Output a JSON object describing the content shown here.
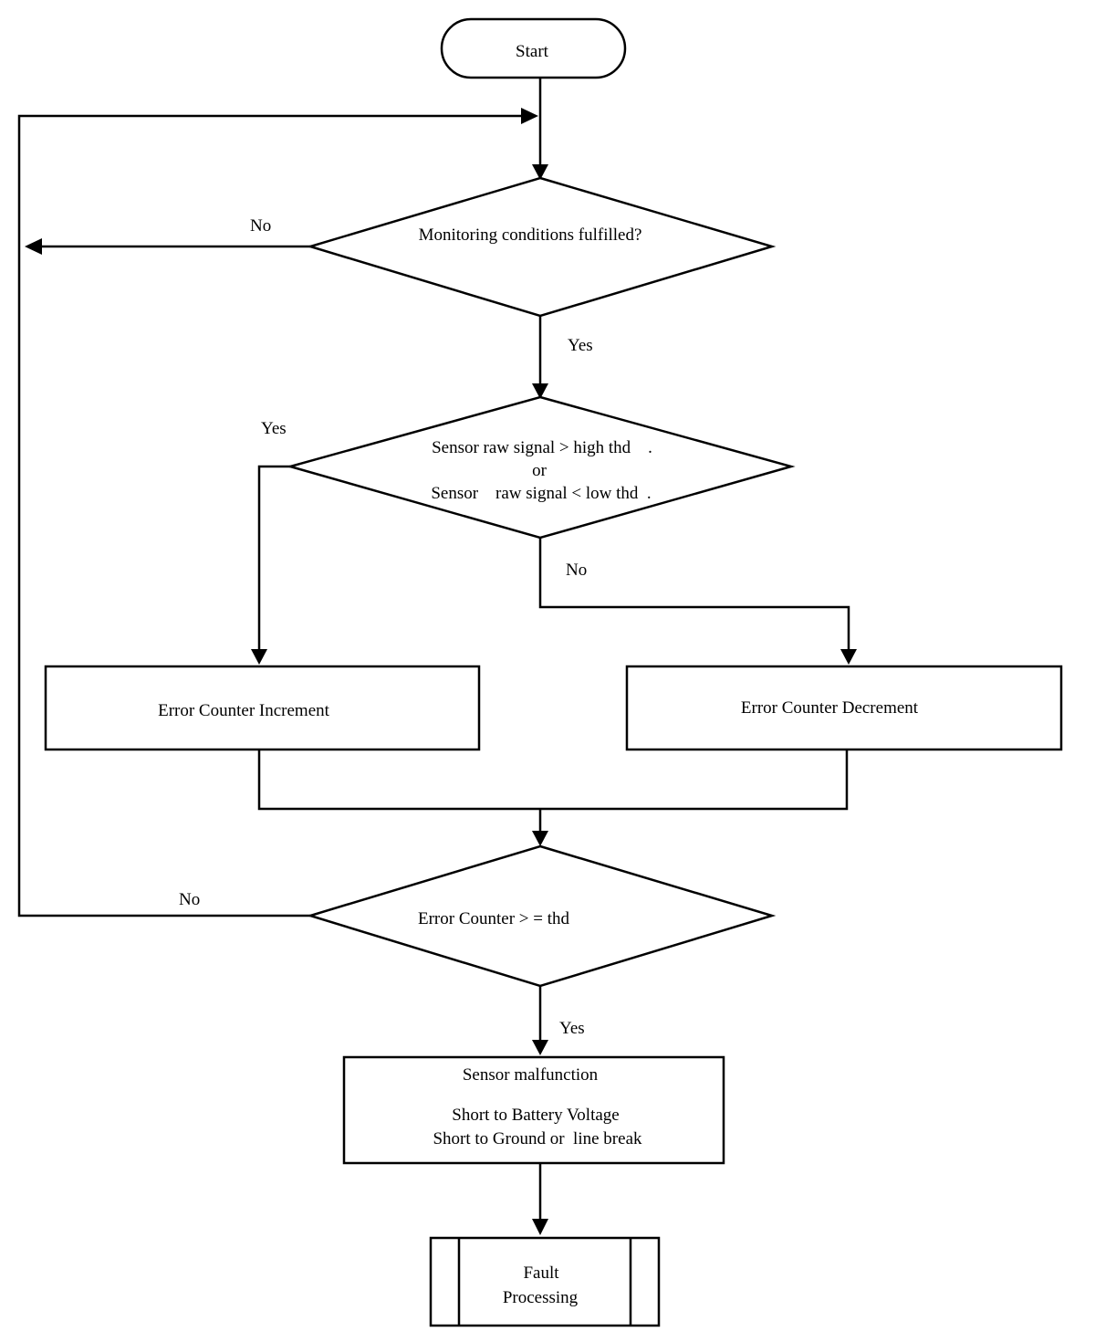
{
  "nodes": {
    "start": {
      "label": "Start"
    },
    "monitoring": {
      "label": "Monitoring  conditions fulfilled?"
    },
    "signal_check": {
      "line1": "Sensor raw signal > high thd    .",
      "line2": "or",
      "line3": "Sensor    raw signal < low thd  ."
    },
    "increment": {
      "label": "Error Counter Increment"
    },
    "decrement": {
      "label": "Error Counter Decrement"
    },
    "counter_check": {
      "label": "Error Counter > = thd"
    },
    "malfunction": {
      "line1": "Sensor malfunction",
      "line2": "Short to Battery Voltage",
      "line3": "Short to Ground or  line break"
    },
    "fault": {
      "line1": "Fault",
      "line2": "Processing"
    }
  },
  "edges": {
    "monitoring_no": "No",
    "monitoring_yes": "Yes",
    "signal_yes": "Yes",
    "signal_no": "No",
    "counter_no": "No",
    "counter_yes": "Yes"
  }
}
